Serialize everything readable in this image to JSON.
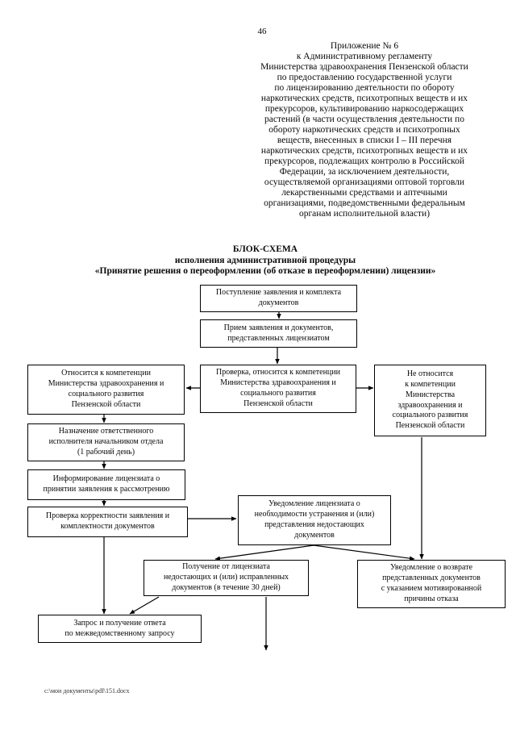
{
  "page_number": "46",
  "header": {
    "lines": [
      "Приложение № 6",
      "к Административному регламенту",
      "Министерства здравоохранения Пензенской области",
      "по предоставлению государственной услуги",
      "по лицензированию деятельности по обороту",
      "наркотических средств, психотропных веществ и их",
      "прекурсоров, культивированию наркосодержащих",
      "растений (в части осуществления деятельности по",
      "обороту наркотических средств и психотропных",
      "веществ, внесенных в списки I – III перечня",
      "наркотических средств, психотропных веществ и их",
      "прекурсоров, подлежащих контролю в Российской",
      "Федерации, за исключением деятельности,",
      "осуществляемой организациями оптовой торговли",
      "лекарственными средствами и аптечными",
      "организациями, подведомственными федеральным",
      "органам исполнительной власти)"
    ]
  },
  "title": {
    "lines": [
      "БЛОК-СХЕМА",
      "исполнения административной процедуры",
      "«Принятие решения о переоформлении (об отказе в переоформлении) лицензии»"
    ]
  },
  "flowchart": {
    "boxes": {
      "incoming": [
        "Поступление заявления и комплекта",
        "документов"
      ],
      "acceptance": [
        "Прием заявления и документов,",
        "представленных лицензиатом"
      ],
      "competence_check": [
        "Проверка, относится к компетенции",
        "Министерства здравоохранения и",
        "социального развития",
        "Пензенской области"
      ],
      "in_competence": [
        "Относится к компетенции",
        "Министерства здравоохранения и",
        "социального развития",
        "Пензенской области"
      ],
      "not_in_competence": [
        "Не относится",
        "к компетенции",
        "Министерства",
        "здравоохранения и",
        "социального развития",
        "Пензенской области"
      ],
      "assign_executor": [
        "Назначение ответственного",
        "исполнителя начальником отдела",
        "(1 рабочий день)"
      ],
      "inform_licensee": [
        "Информирование лицензиата о",
        "принятии заявления к рассмотрению"
      ],
      "correctness_check": [
        "Проверка корректности заявления и",
        "комплектности документов"
      ],
      "notify_missing_docs": [
        "Уведомление лицензиата о",
        "необходимости устранения и (или)",
        "представления недостающих",
        "документов"
      ],
      "receive_missing_docs": [
        "Получение от лицензиата",
        "недостающих и (или) исправленных",
        "документов (в течение 30 дней)"
      ],
      "return_notice": [
        "Уведомление о возврате",
        "представленных документов",
        "с указанием мотивированной",
        "причины отказа"
      ],
      "interagency_request": [
        "Запрос и получение ответа",
        "по межведомственному запросу"
      ]
    }
  },
  "footer": {
    "path": "с:\\мои документы\\pdf\\151.docx"
  },
  "colors": {
    "ink": "#000000",
    "paper": "#ffffff"
  }
}
